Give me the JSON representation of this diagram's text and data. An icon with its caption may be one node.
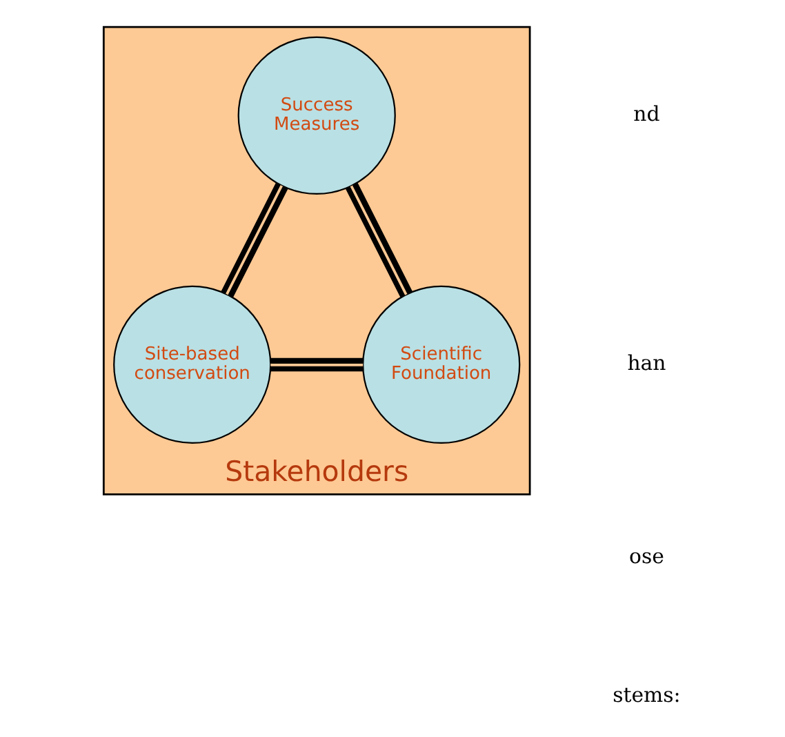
{
  "diagram": {
    "nodes": [
      {
        "text": [
          "Stakeholders"
        ]
      },
      {
        "text": [
          "Success Measures"
        ],
        "in": 0
      },
      {
        "text": [
          "Site-based conservation"
        ],
        "in": 0
      },
      {
        "text": [
          "Scientific Foundation"
        ],
        "in": 0
      }
    ],
    "edges": [
      {
        "from": 1,
        "to": 2,
        "arrow": "none"
      },
      {
        "from": 1,
        "to": 3,
        "arrow": "none"
      },
      {
        "from": 2,
        "to": 3,
        "arrow": "none"
      }
    ],
    "labels": [
      "nd",
      "han",
      "ose",
      "stems:"
    ]
  }
}
